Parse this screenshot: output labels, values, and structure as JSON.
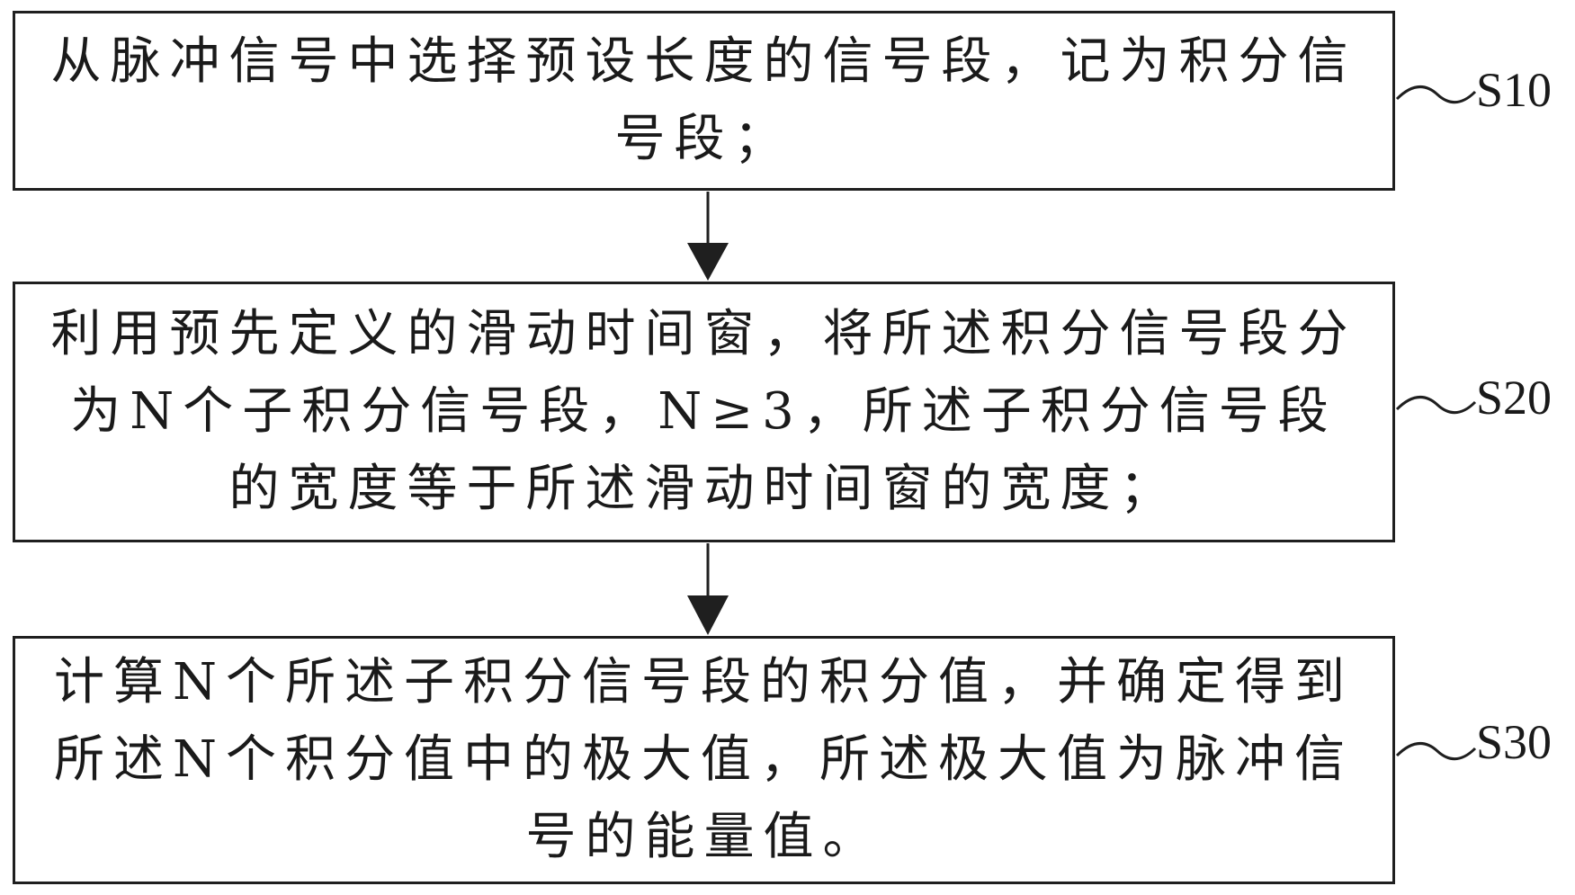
{
  "steps": [
    {
      "id": "S10",
      "text": "从脉冲信号中选择预设长度的信号段，记为积分信号段；"
    },
    {
      "id": "S20",
      "text": "利用预先定义的滑动时间窗，将所述积分信号段分为N个子积分信号段，N≥3，所述子积分信号段的宽度等于所述滑动时间窗的宽度；"
    },
    {
      "id": "S30",
      "text": "计算N个所述子积分信号段的积分值，并确定得到所述N个积分值中的极大值，所述极大值为脉冲信号的能量值。"
    }
  ],
  "colors": {
    "line": "#1f1f1f",
    "text": "#1a1a1a",
    "background": "#ffffff"
  }
}
